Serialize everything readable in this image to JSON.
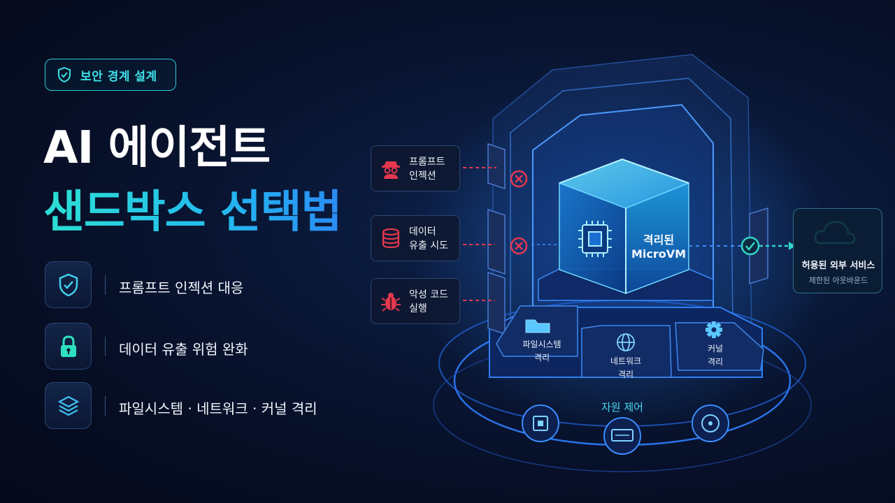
{
  "badge": {
    "label": "보안 경계 설계",
    "icon": "shield-check-icon"
  },
  "headline": {
    "line1": "AI 에이전트",
    "line2": "샌드박스 선택법"
  },
  "features": [
    {
      "icon": "shield-check-icon",
      "label": "프롬프트 인젝션 대응"
    },
    {
      "icon": "lock-icon",
      "label": "데이터 유출 위험 완화"
    },
    {
      "icon": "layers-icon",
      "label": "파일시스템 · 네트워크 · 커널 격리"
    }
  ],
  "threats": [
    {
      "icon": "spy-icon",
      "line1": "프롬프트",
      "line2": "인젝션"
    },
    {
      "icon": "database-icon",
      "line1": "데이터",
      "line2": "유출 시도"
    },
    {
      "icon": "bug-icon",
      "line1": "악성 코드",
      "line2": "실행"
    }
  ],
  "cube": {
    "line1": "격리된",
    "line2": "MicroVM"
  },
  "platforms": [
    {
      "icon": "folder-icon",
      "line1": "파일시스템",
      "line2": "격리"
    },
    {
      "icon": "globe-icon",
      "line1": "네트워크",
      "line2": "격리"
    },
    {
      "icon": "gear-icon",
      "line1": "커널",
      "line2": "격리"
    }
  ],
  "resource": {
    "label": "자원 제어",
    "icons": [
      "cpu-icon",
      "memory-icon",
      "disk-icon"
    ]
  },
  "service": {
    "icon": "cloud-icon",
    "title": "허용된 외부 서비스",
    "subtitle": "제한된 아웃바운드"
  },
  "colors": {
    "accent": "#27c8e4",
    "danger": "#e5384f",
    "ok": "#2fd6c8",
    "background": "#060d22"
  }
}
